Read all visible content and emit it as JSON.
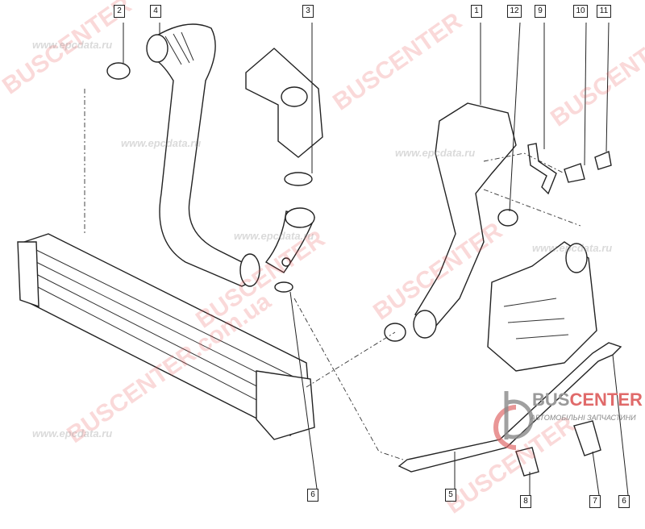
{
  "diagram": {
    "title": "Intercooler air duct assembly",
    "callouts": [
      {
        "id": "c2",
        "label": "2"
      },
      {
        "id": "c4",
        "label": "4"
      },
      {
        "id": "c3",
        "label": "3"
      },
      {
        "id": "c1",
        "label": "1"
      },
      {
        "id": "c12",
        "label": "12"
      },
      {
        "id": "c9",
        "label": "9"
      },
      {
        "id": "c10",
        "label": "10"
      },
      {
        "id": "c11",
        "label": "11"
      },
      {
        "id": "c6a",
        "label": "6"
      },
      {
        "id": "c5",
        "label": "5"
      },
      {
        "id": "c8",
        "label": "8"
      },
      {
        "id": "c7",
        "label": "7"
      },
      {
        "id": "c6b",
        "label": "6"
      }
    ]
  },
  "logo": {
    "name_a": "BUS",
    "name_b": "CENTER",
    "subtitle": "АВТОМОБІЛЬНІ ЗАПЧАСТИНИ"
  },
  "watermarks": {
    "brand": "BUSCENTER.com.ua",
    "site": "www.epcdata.ru"
  },
  "colors": {
    "line": "#222222",
    "watermark": "#e05050",
    "logo_gray": "#999999"
  }
}
